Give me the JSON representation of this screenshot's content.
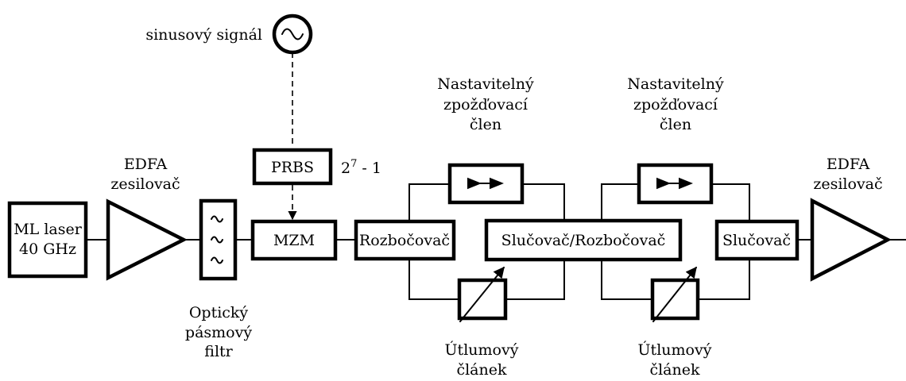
{
  "sine_source": {
    "label": "sinusový signál"
  },
  "prbs": {
    "label": "PRBS",
    "sequence_base": "2",
    "sequence_exp": "7",
    "sequence_rest": " - 1"
  },
  "laser": {
    "line1": "ML laser",
    "line2": "40 GHz"
  },
  "edfa_in": {
    "line1": "EDFA",
    "line2": "zesilovač"
  },
  "edfa_out": {
    "line1": "EDFA",
    "line2": "zesilovač"
  },
  "filter": {
    "line1": "Optický",
    "line2": "pásmový",
    "line3": "filtr"
  },
  "mzm": {
    "label": "MZM"
  },
  "splitter": {
    "label": "Rozbočovač"
  },
  "combiner_splitter": {
    "label": "Slučovač/Rozbočovač"
  },
  "combiner": {
    "label": "Slučovač"
  },
  "delay1": {
    "line1": "Nastavitelný",
    "line2": "zpožďovací",
    "line3": "člen"
  },
  "delay2": {
    "line1": "Nastavitelný",
    "line2": "zpožďovací",
    "line3": "člen"
  },
  "atten1": {
    "line1": "Útlumový",
    "line2": "článek"
  },
  "atten2": {
    "line1": "Útlumový",
    "line2": "článek"
  }
}
